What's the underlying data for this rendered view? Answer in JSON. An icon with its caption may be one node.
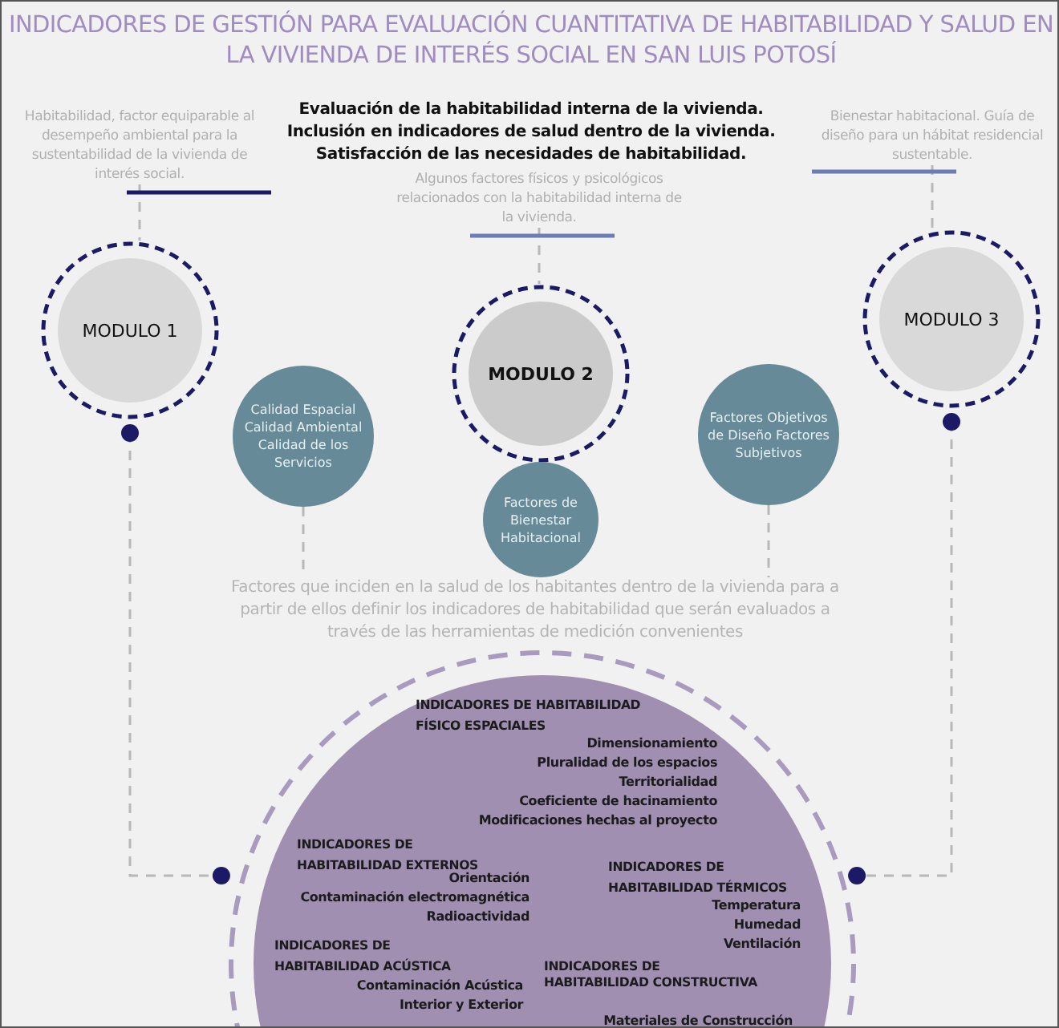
{
  "diagram": {
    "title": "INDICADORES DE GESTIÓN PARA EVALUACIÓN CUANTITATIVA DE HABITABILIDAD Y SALUD EN LA VIVIENDA DE INTERÉS SOCIAL EN SAN LUIS POTOSÍ",
    "nodes": [
      {
        "text": [
          "Habitabilidad, factor equiparable al desempeño ambiental para la sustentabilidad de la vivienda de interés social."
        ]
      },
      {
        "text": [
          "Algunos factores físicos y psicológicos relacionados con la habitabilidad interna de la vivienda."
        ]
      },
      {
        "text": [
          "Bienestar habitacional. Guía de diseño para un hábitat residencial sustentable."
        ]
      },
      {
        "text": [
          "MODULO 1"
        ]
      },
      {
        "text": [
          "MODULO 2"
        ]
      },
      {
        "text": [
          "MODULO 3"
        ]
      },
      {
        "text": [
          "Calidad Espacial Calidad Ambiental Calidad de los Servicios"
        ]
      },
      {
        "text": [
          "Factores de Bienestar Habitacional"
        ]
      },
      {
        "text": [
          "Factores Objetivos de Diseño Factores Subjetivos"
        ]
      },
      {
        "text": [
          "Factores que inciden en la salud de los habitantes dentro de la vivienda para a partir de ellos definir los indicadores de habitabilidad que serán evaluados a través de las herramientas de medición convenientes"
        ]
      },
      {
        "text": [
          "INDICADORES DE HABITABILIDAD FÍSICO ESPACIALES",
          "Dimensionamiento",
          "Pluralidad de los espacios",
          "Territorialidad",
          "Coeficiente de hacinamiento",
          "Modificaciones hechas al proyecto",
          "INDICADORES DE HABITABILIDAD EXTERNOS",
          "Orientación",
          "Contaminación electromagnética",
          "Radioactividad",
          "INDICADORES DE HABITABILIDAD TÉRMICOS",
          "Temperatura",
          "Humedad",
          "Ventilación",
          "INDICADORES DE HABITABILIDAD ACÚSTICA",
          "Contaminación Acústica",
          "Interior y Exterior",
          "INDICADORES DE HABITABILIDAD CONSTRUCTIVA",
          "Materiales de Construcción"
        ]
      }
    ],
    "edges": [
      {
        "from": 0,
        "to": 3,
        "arrow": "none",
        "style": "dashed"
      },
      {
        "from": 1,
        "to": 4,
        "arrow": "none",
        "style": "dashed"
      },
      {
        "from": 2,
        "to": 5,
        "arrow": "none",
        "style": "dashed"
      },
      {
        "from": 6,
        "to": 9,
        "arrow": "none",
        "style": "dashed"
      },
      {
        "from": 8,
        "to": 9,
        "arrow": "none",
        "style": "dashed"
      },
      {
        "from": 3,
        "to": 10,
        "arrow": "other",
        "style": "dashed"
      },
      {
        "from": 5,
        "to": 10,
        "arrow": "other",
        "style": "dashed"
      }
    ],
    "labels": [
      "Evaluación de la habitabilidad interna de la vivienda.",
      "Inclusión en indicadores de salud dentro de la vivienda.",
      "Satisfacción de las necesidades de habitabilidad."
    ]
  }
}
